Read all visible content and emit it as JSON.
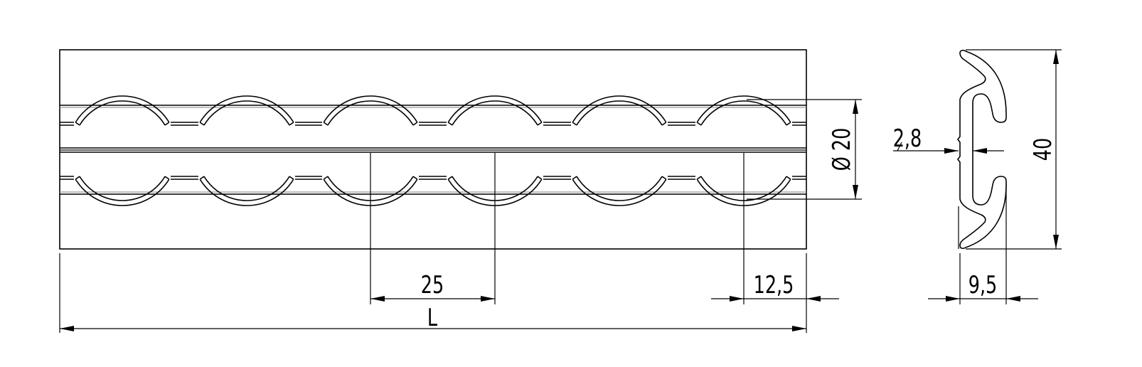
{
  "drawing": {
    "pitch_label": "25",
    "length_label": "L",
    "end_offset_label": "12,5",
    "hole_diameter_label": "Ø 20",
    "wall_thickness_label": "2,8",
    "height_label": "40",
    "depth_label": "9,5"
  }
}
